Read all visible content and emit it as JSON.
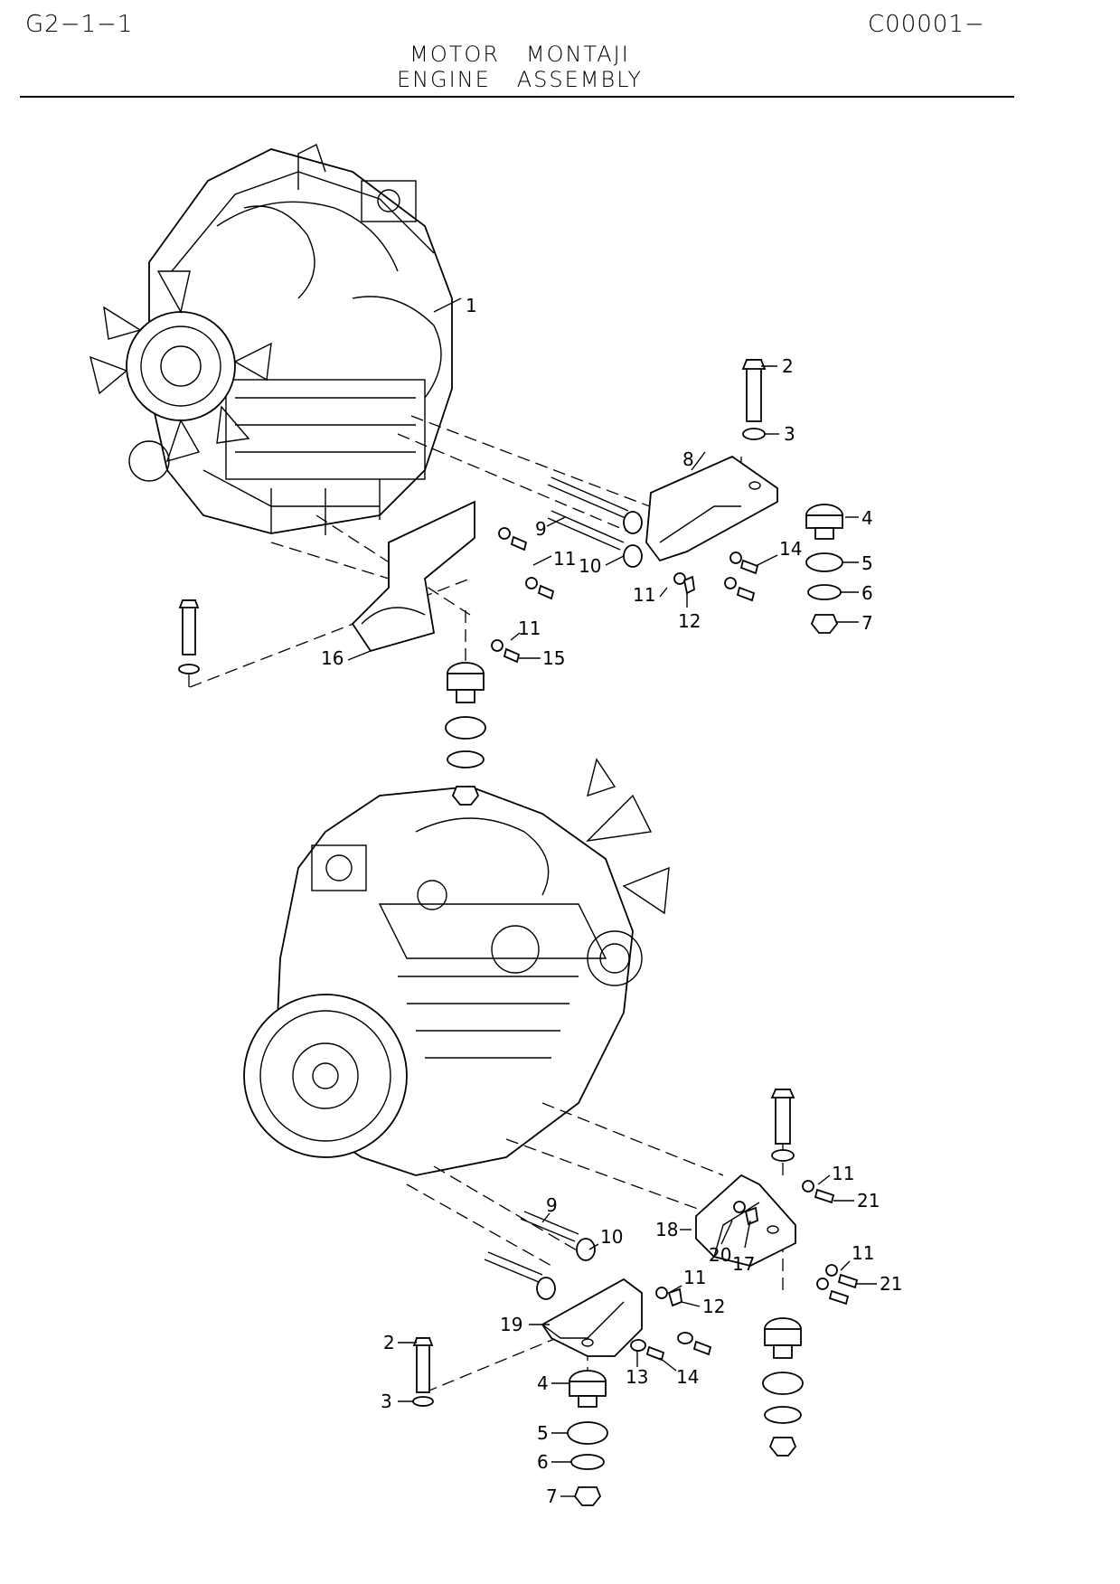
{
  "header": {
    "page_code": "G2−1−1",
    "doc_code": "C00001−",
    "title_tr": "MOTOR   MONTAJI",
    "title_en": "ENGINE   ASSEMBLY"
  },
  "callouts_top": [
    "1",
    "2",
    "3",
    "8",
    "4",
    "14",
    "5",
    "9",
    "10",
    "11",
    "6",
    "7",
    "11",
    "12",
    "11",
    "16",
    "15"
  ],
  "callouts_bottom": [
    "11",
    "21",
    "9",
    "18",
    "10",
    "20",
    "17",
    "11",
    "21",
    "11",
    "12",
    "19",
    "2",
    "4",
    "13",
    "14",
    "3",
    "5",
    "6",
    "7"
  ]
}
